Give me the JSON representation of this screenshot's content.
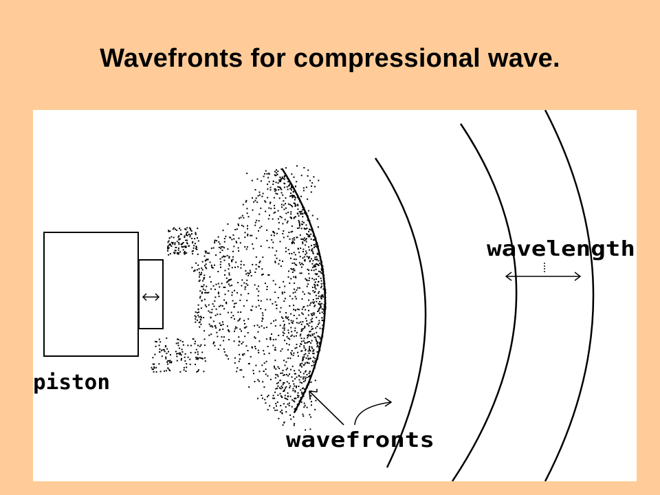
{
  "slide": {
    "title": "Wavefronts for compressional wave.",
    "background_color": "#FFCC99"
  },
  "diagram": {
    "background_color": "#FFFFFF",
    "ink_color": "#000000",
    "labels": {
      "piston": "piston",
      "wavelength": "wavelength",
      "wavefronts": "wavefronts"
    },
    "piston_motion_symbol": "↔"
  }
}
